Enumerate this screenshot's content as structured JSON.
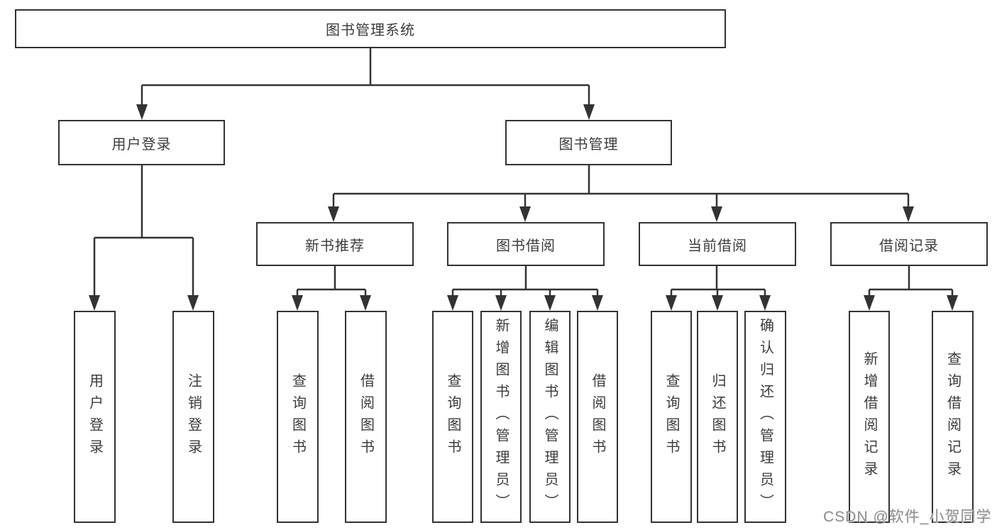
{
  "diagram": {
    "type": "tree",
    "root": {
      "label": "图书管理系统"
    },
    "level2": [
      {
        "label": "用户登录"
      },
      {
        "label": "图书管理"
      }
    ],
    "level3": [
      {
        "label": "新书推荐",
        "parent": "图书管理"
      },
      {
        "label": "图书借阅",
        "parent": "图书管理"
      },
      {
        "label": "当前借阅",
        "parent": "图书管理"
      },
      {
        "label": "借阅记录",
        "parent": "图书管理"
      }
    ],
    "leaves": [
      {
        "label": "用户登录",
        "parent": "用户登录"
      },
      {
        "label": "注销登录",
        "parent": "用户登录"
      },
      {
        "label": "查询图书",
        "parent": "新书推荐"
      },
      {
        "label": "借阅图书",
        "parent": "新书推荐"
      },
      {
        "label": "查询图书",
        "parent": "图书借阅"
      },
      {
        "label": "新增图书（管理员）",
        "parent": "图书借阅"
      },
      {
        "label": "编辑图书（管理员）",
        "parent": "图书借阅"
      },
      {
        "label": "借阅图书",
        "parent": "图书借阅"
      },
      {
        "label": "查询图书",
        "parent": "当前借阅"
      },
      {
        "label": "归还图书",
        "parent": "当前借阅"
      },
      {
        "label": "确认归还（管理员）",
        "parent": "当前借阅"
      },
      {
        "label": "新增借阅记录",
        "parent": "借阅记录"
      },
      {
        "label": "查询借阅记录",
        "parent": "借阅记录"
      }
    ]
  },
  "watermark": {
    "text": "CSDN @软件_小贺同学",
    "color": "#8f8f8f"
  },
  "colors": {
    "line": "#333333",
    "box_border": "#333333",
    "box_fill": "#ffffff",
    "text": "#3c3c3c",
    "background": "#ffffff"
  }
}
